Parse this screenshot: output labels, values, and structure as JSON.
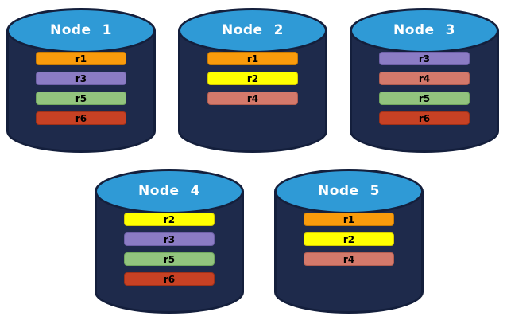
{
  "canvas": {
    "background": "#FFFFFF"
  },
  "cylinder": {
    "body_color": "#1E2A4B",
    "outline_color": "#141F3C",
    "top_color": "#2F9AD6",
    "title_text_color": "#FFFFFF",
    "bar_text_color": "#000000"
  },
  "partition_colors": {
    "r1": {
      "fill": "#F99B0C",
      "border": "#C97C05"
    },
    "r2": {
      "fill": "#FFFF00",
      "border": "#D6CB00"
    },
    "r3": {
      "fill": "#8B7CC4",
      "border": "#6F61A8"
    },
    "r4": {
      "fill": "#D4796B",
      "border": "#B35E51"
    },
    "r5": {
      "fill": "#92C47E",
      "border": "#72A85F"
    },
    "r6": {
      "fill": "#C74124",
      "border": "#9E3119"
    }
  },
  "nodes": [
    {
      "label": "Node 1",
      "partitions": [
        "r1",
        "r3",
        "r5",
        "r6"
      ]
    },
    {
      "label": "Node 2",
      "partitions": [
        "r1",
        "r2",
        "r4"
      ]
    },
    {
      "label": "Node 3",
      "partitions": [
        "r3",
        "r4",
        "r5",
        "r6"
      ]
    },
    {
      "label": "Node 4",
      "partitions": [
        "r2",
        "r3",
        "r5",
        "r6"
      ]
    },
    {
      "label": "Node 5",
      "partitions": [
        "r1",
        "r2",
        "r4"
      ]
    }
  ]
}
